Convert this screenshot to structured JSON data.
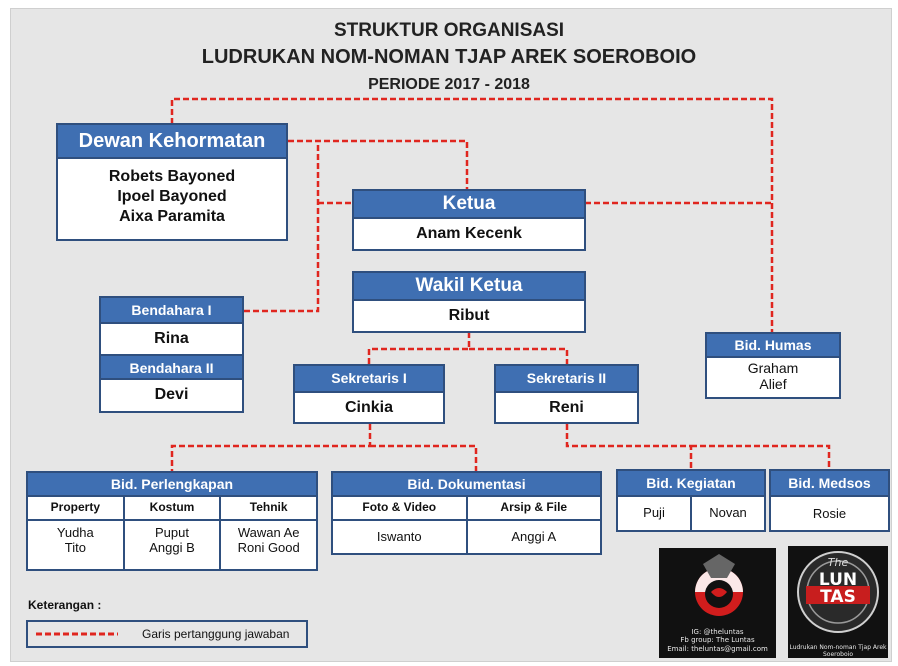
{
  "titles": {
    "line1": "STRUKTUR ORGANISASI",
    "line2": "LUDRUKAN NOM-NOMAN TJAP AREK SOEROBOIO",
    "line3": "PERIODE 2017 - 2018"
  },
  "nodes": {
    "dewan": {
      "title": "Dewan Kehormatan",
      "members": [
        "Robets Bayoned",
        "Ipoel Bayoned",
        "Aixa Paramita"
      ]
    },
    "ketua": {
      "title": "Ketua",
      "member": "Anam Kecenk"
    },
    "wakil": {
      "title": "Wakil Ketua",
      "member": "Ribut"
    },
    "bendahara1": {
      "title": "Bendahara I",
      "member": "Rina"
    },
    "bendahara2": {
      "title": "Bendahara II",
      "member": "Devi"
    },
    "humas": {
      "title": "Bid. Humas",
      "members": [
        "Graham",
        "Alief"
      ]
    },
    "sekretaris1": {
      "title": "Sekretaris I",
      "member": "Cinkia"
    },
    "sekretaris2": {
      "title": "Sekretaris II",
      "member": "Reni"
    },
    "perlengkapan": {
      "title": "Bid. Perlengkapan",
      "columns": [
        {
          "label": "Property",
          "members": [
            "Yudha",
            "Tito"
          ]
        },
        {
          "label": "Kostum",
          "members": [
            "Puput",
            "Anggi B"
          ]
        },
        {
          "label": "Tehnik",
          "members": [
            "Wawan Ae",
            "Roni Good"
          ]
        }
      ]
    },
    "dokumentasi": {
      "title": "Bid. Dokumentasi",
      "columns": [
        {
          "label": "Foto & Video",
          "member": "Iswanto"
        },
        {
          "label": "Arsip & File",
          "member": "Anggi A"
        }
      ]
    },
    "kegiatan": {
      "title": "Bid. Kegiatan",
      "members": [
        "Puji",
        "Novan"
      ]
    },
    "medsos": {
      "title": "Bid. Medsos",
      "member": "Rosie"
    }
  },
  "legend": {
    "label": "Keterangan :",
    "item": "Garis pertanggung jawaban",
    "line_color": "#e0261f"
  },
  "logos": {
    "left_caption": [
      "IG: @theluntas",
      "Fb group: The Luntas",
      "Email: theluntas@gmail.com"
    ],
    "right_words": [
      "The",
      "LUN",
      "TAS"
    ],
    "right_caption": "Ludrukan Nom-noman Tjap Arek Soeroboio"
  },
  "colors": {
    "header_blue": "#3f6fb2",
    "border_blue": "#2f4f7e",
    "background": "#e6e6e6",
    "connector_red": "#e0261f"
  }
}
